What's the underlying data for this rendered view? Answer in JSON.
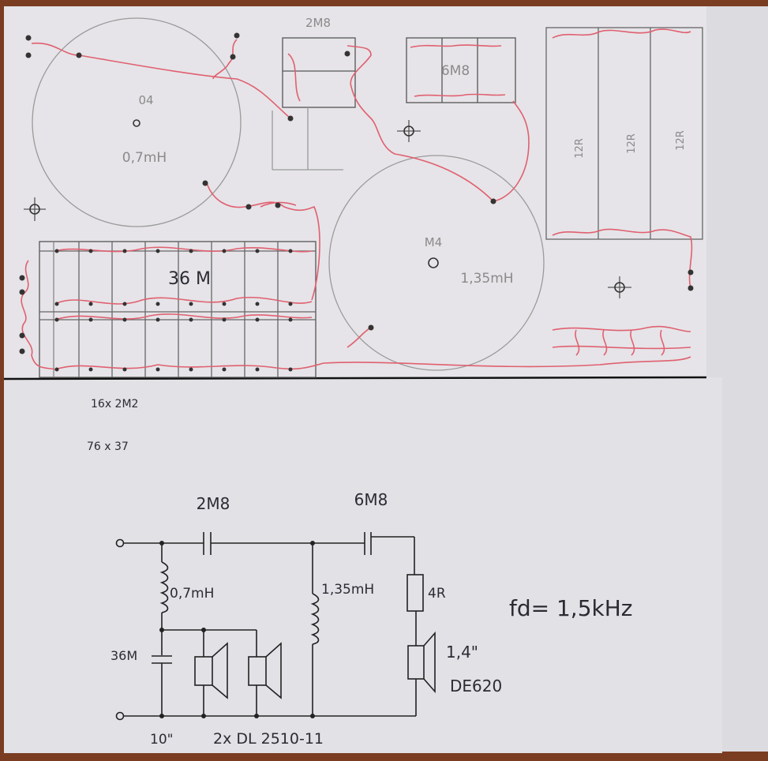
{
  "layout_sheet": {
    "coil_l1": {
      "name": "04",
      "value": "0,7mH"
    },
    "coil_l2": {
      "name": "M4",
      "value": "1,35mH"
    },
    "cap_c1": "2M8",
    "cap_c2": "6M8",
    "cap_bank": "36 M",
    "resistors": [
      "12R",
      "12R",
      "12R"
    ]
  },
  "notes": [
    "16x 2M2",
    "76 x 37"
  ],
  "schematic": {
    "c1_label": "2M8",
    "c2_label": "6M8",
    "l1_label": "0,7mH",
    "l2_label": "1,35mH",
    "c3_label": "36M",
    "r_label": "4R",
    "tweeter_size": "1,4\"",
    "tweeter_model": "DE620",
    "woofer_size": "10\"",
    "woofer_model": "2x DL 2510-11",
    "crossover_freq": "fd= 1,5kHz"
  }
}
